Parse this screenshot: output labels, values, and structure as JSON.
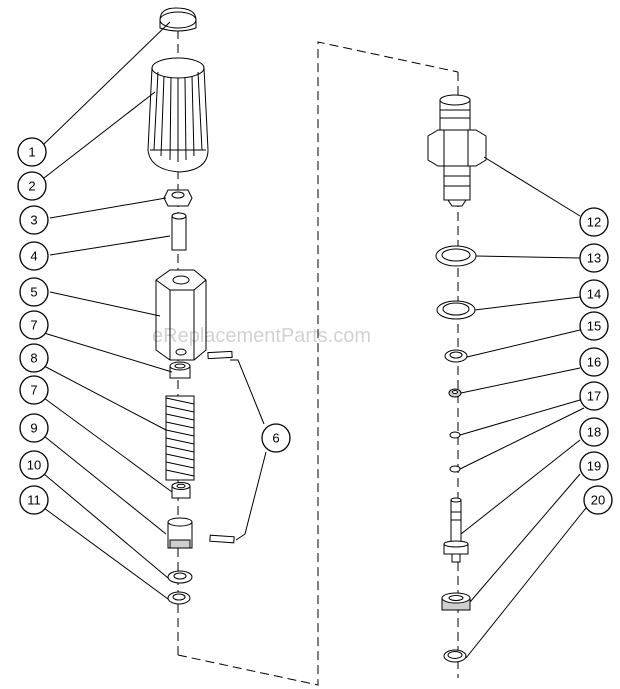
{
  "watermark": "eReplacementParts.com",
  "callouts": {
    "c1": "1",
    "c2": "2",
    "c3": "3",
    "c4": "4",
    "c5": "5",
    "c7a": "7",
    "c8": "8",
    "c7b": "7",
    "c9": "9",
    "c10": "10",
    "c11": "11",
    "c6": "6",
    "c12": "12",
    "c13": "13",
    "c14": "14",
    "c15": "15",
    "c16": "16",
    "c17": "17",
    "c18": "18",
    "c19": "19",
    "c20": "20"
  }
}
